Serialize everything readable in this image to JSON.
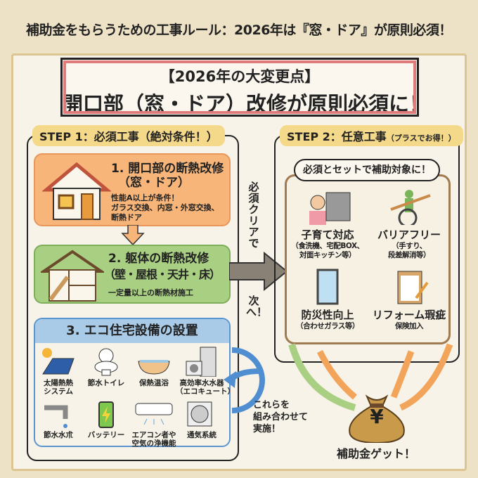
{
  "title": "補助金をもらうための工事ルール：2026年は『窓・ドア』が原則必須！",
  "headline": {
    "line1": "【2026年の大変更点】",
    "line2": "開口部（窓・ドア）改修が原則必須に！"
  },
  "step1": {
    "label": "STEP 1：必須工事（絶対条件！）",
    "cards": [
      {
        "title": "1. 開口部の断熱改修",
        "subtitle": "（窓・ドア）",
        "note1": "性能A以上が条件！",
        "note2": "ガラス交換、内窓・外窓交換、",
        "note3": "断熱ドア",
        "color": "#f6b77a"
      },
      {
        "title": "2. 躯体の断熱改修",
        "subtitle": "（壁・屋根・天井・床）",
        "note1": "一定量以上の断熱材施工",
        "color": "#a9cf83"
      },
      {
        "title": "3. エコ住宅設備の設置",
        "color": "#a9cbe8",
        "items": [
          {
            "l1": "太陽熱熱",
            "l2": "システム",
            "icon": "solar-panel-icon"
          },
          {
            "l1": "節水トイレ",
            "l2": "",
            "icon": "toilet-icon"
          },
          {
            "l1": "保熱温浴",
            "l2": "",
            "icon": "bathtub-icon"
          },
          {
            "l1": "高効率水水器",
            "l2": "（エコキュート）",
            "icon": "water-heater-icon"
          },
          {
            "l1": "節水水朮",
            "l2": "",
            "icon": "faucet-icon"
          },
          {
            "l1": "バッテリー",
            "l2": "",
            "icon": "battery-icon"
          },
          {
            "l1": "エアコン者や",
            "l2": "空気の浄機能",
            "icon": "air-conditioner-icon"
          },
          {
            "l1": "通気系統",
            "l2": "",
            "icon": "ventilation-icon"
          }
        ]
      }
    ]
  },
  "flow": {
    "vertical1": "必須クリアで",
    "vertical2": "次へ！",
    "combine1": "これらを",
    "combine2": "組み合わせて",
    "combine3": "実施！"
  },
  "step2": {
    "label": "STEP 2：任意工事",
    "label_small": "（プラスでお得！）",
    "bubble": "必須とセットで補助対象に！",
    "items": [
      {
        "title": "子育て対応",
        "sub1": "（食洗機、宅配BOX、",
        "sub2": "対面キッチン等）",
        "icon": "dishwasher-child-icon"
      },
      {
        "title": "バリアフリー",
        "sub1": "（手すり、",
        "sub2": "段差解消等）",
        "icon": "wheelchair-icon"
      },
      {
        "title": "防災性向上",
        "sub1": "（合わせガラス等）",
        "sub2": "",
        "icon": "window-glass-icon"
      },
      {
        "title": "リフォーム瑕疵",
        "sub1": "保険加入",
        "sub2": "",
        "icon": "clipboard-icon"
      }
    ]
  },
  "result": {
    "symbol": "¥",
    "label": "補助金ゲット！"
  }
}
